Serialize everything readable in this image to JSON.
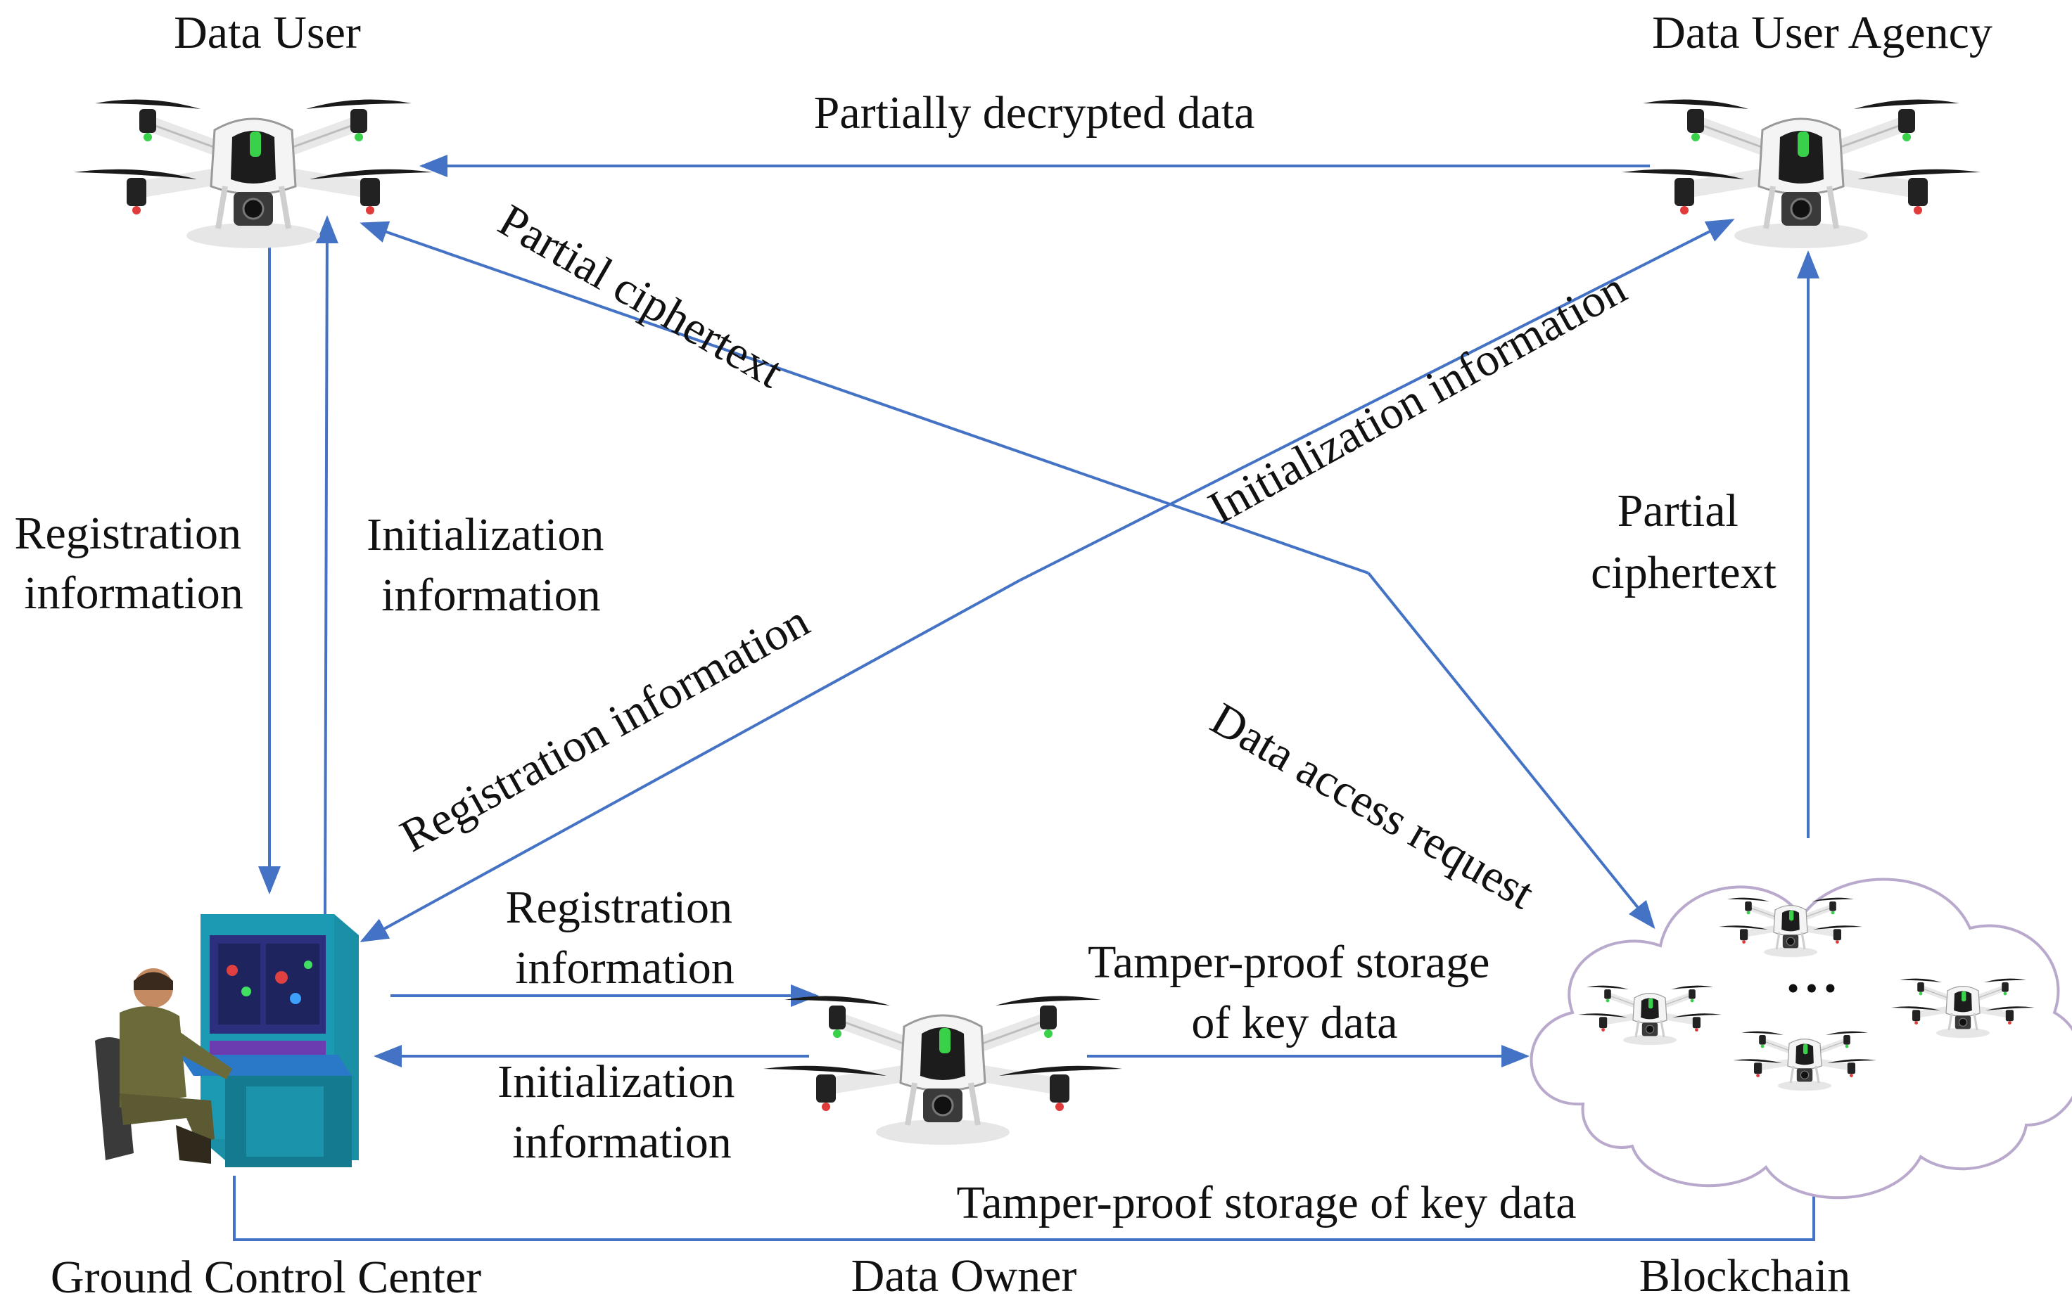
{
  "colors": {
    "arrow": "#4472C4",
    "drone_body": "#f2f2f2",
    "drone_dark": "#1a1a1a",
    "drone_accent": "#39d04a",
    "cloud_stroke": "#b9a9cc",
    "console_body": "#1f8fa6",
    "console_top": "#2f2f8f",
    "soldier_camo": "#6b6a3a"
  },
  "icons": {
    "drone": "quadcopter-drone-icon",
    "cloud": "cloud-icon",
    "operator": "ground-control-operator-icon"
  },
  "nodes": {
    "data_user": "Data User",
    "data_user_agency": "Data User Agency",
    "ground_control_center": "Ground Control Center",
    "data_owner": "Data Owner",
    "blockchain": "Blockchain"
  },
  "edges": {
    "agency_to_user": "Partially decrypted data",
    "user_to_gcc_line1": "Registration",
    "user_to_gcc_line2": "information",
    "gcc_to_user_line1": "Initialization",
    "gcc_to_user_line2": "information",
    "blockchain_to_user": "Partial ciphertext",
    "user_to_blockchain": "Data access request",
    "gcc_to_agency": "Initialization information",
    "agency_to_gcc": "Registration information",
    "blockchain_to_agency_line1": "Partial",
    "blockchain_to_agency_line2": "ciphertext",
    "gcc_to_owner_line1": "Registration",
    "gcc_to_owner_line2": "information",
    "owner_to_gcc_line1": "Initialization",
    "owner_to_gcc_line2": "information",
    "owner_to_blockchain_line1": "Tamper-proof storage",
    "owner_to_blockchain_line2": "of key data",
    "gcc_to_blockchain": "Tamper-proof storage of key data"
  },
  "cloud_ellipsis": "• • •"
}
